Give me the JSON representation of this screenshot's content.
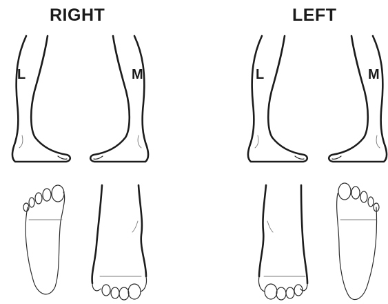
{
  "headings": {
    "right": "RIGHT",
    "left": "LEFT"
  },
  "labels": {
    "lateral": "L",
    "medial": "M"
  }
}
